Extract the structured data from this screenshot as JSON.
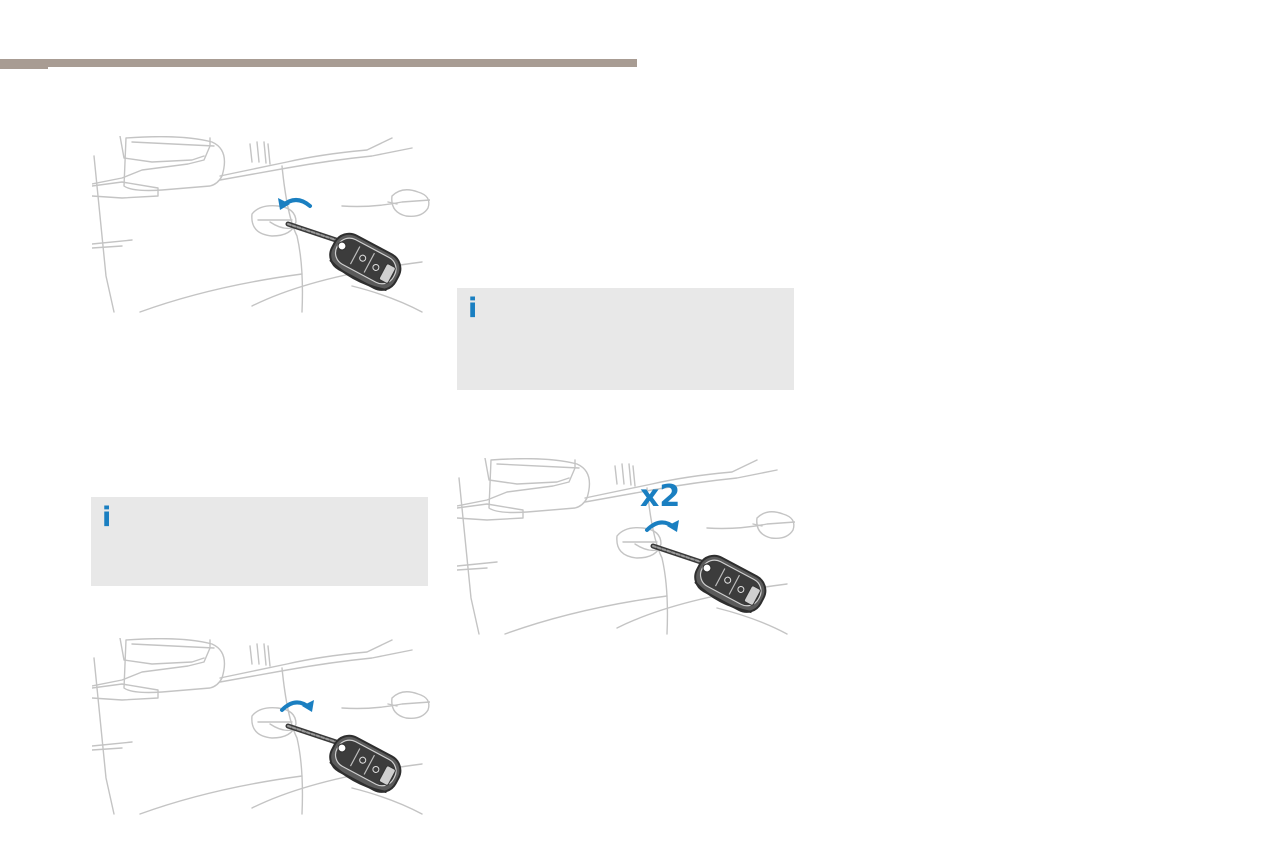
{
  "page": {
    "theme_color": "#a89c93",
    "accent_color": "#1a7fc1",
    "info_box_color": "#e8e8e8"
  },
  "illustrations": [
    {
      "id": "unlock",
      "icon": "key-in-door-lock-icon",
      "arrow": "anticlockwise"
    },
    {
      "id": "lock",
      "icon": "key-in-door-lock-icon",
      "arrow": "clockwise"
    },
    {
      "id": "double-lock",
      "icon": "key-in-door-lock-icon",
      "arrow": "clockwise",
      "count_label": "x2"
    }
  ],
  "info_boxes": [
    {
      "icon": "info-icon",
      "glyph": "i"
    },
    {
      "icon": "info-icon",
      "glyph": "i"
    }
  ]
}
